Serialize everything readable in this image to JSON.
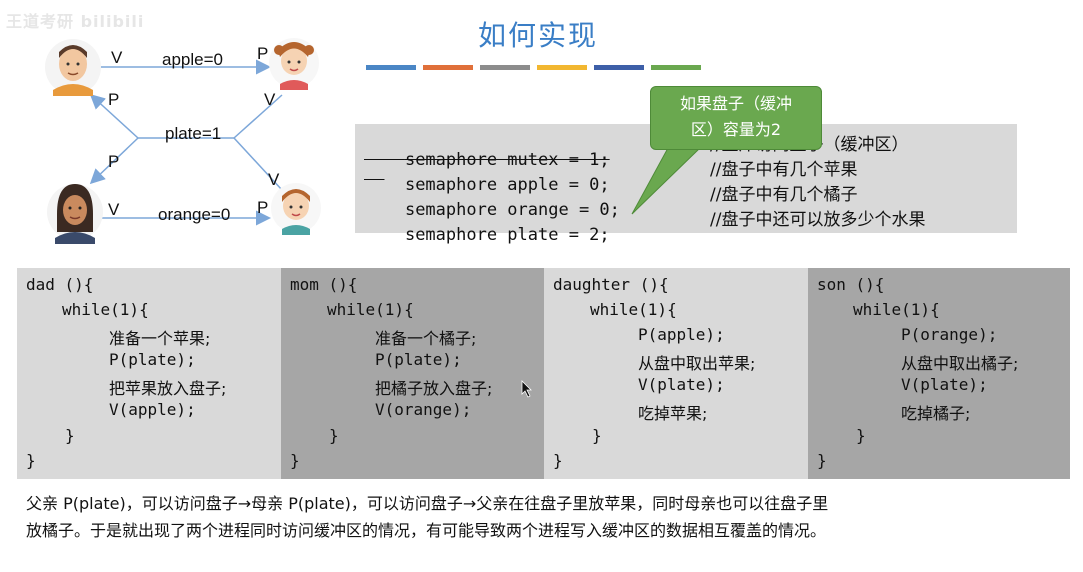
{
  "watermark": "王道考研 bilibili",
  "title": "如何实现",
  "color_bars": [
    "#4a86c5",
    "#e0703a",
    "#8c8c8c",
    "#f2b730",
    "#3d5fa8",
    "#6aa84f"
  ],
  "diagram": {
    "top_label": "apple=0",
    "middle_label": "plate=1",
    "bottom_label": "orange=0",
    "v_top_left": "V",
    "p_top_right": "P",
    "p_left_upper": "P",
    "v_right_upper": "V",
    "p_left_lower": "P",
    "v_right_lower": "V",
    "v_bottom_left": "V",
    "p_bottom_right": "P"
  },
  "semaphores": [
    {
      "code": "semaphore mutex = 1;",
      "comment": "//互斥访问盘子（缓冲区）",
      "struck": true
    },
    {
      "code": "semaphore apple = 0;",
      "comment": "//盘子中有几个苹果",
      "struck": false
    },
    {
      "code": "semaphore orange = 0;",
      "comment": "//盘子中有几个橘子",
      "struck": false
    },
    {
      "code": "semaphore plate = 2;",
      "comment": "//盘子中还可以放多少个水果",
      "struck": false
    }
  ],
  "callout": {
    "line1": "如果盘子（缓冲",
    "line2": "区）容量为2"
  },
  "processes": [
    {
      "header": "dad (){",
      "loop": "while(1){",
      "lines": [
        "准备一个苹果;",
        "P(plate);",
        "把苹果放入盘子;",
        "V(apple);"
      ],
      "inner_close": "}",
      "outer_close": "}"
    },
    {
      "header": "mom (){",
      "loop": "while(1){",
      "lines": [
        "准备一个橘子;",
        "P(plate);",
        "把橘子放入盘子;",
        "V(orange);"
      ],
      "inner_close": "}",
      "outer_close": "}"
    },
    {
      "header": "daughter (){",
      "loop": "while(1){",
      "lines": [
        "P(apple);",
        "从盘中取出苹果;",
        "V(plate);",
        "吃掉苹果;"
      ],
      "inner_close": "}",
      "outer_close": "}"
    },
    {
      "header": "son (){",
      "loop": "while(1){",
      "lines": [
        "P(orange);",
        "从盘中取出橘子;",
        "V(plate);",
        "吃掉橘子;"
      ],
      "inner_close": "}",
      "outer_close": "}"
    }
  ],
  "footer": {
    "line1": "父亲 P(plate)，可以访问盘子→母亲 P(plate)，可以访问盘子→父亲在往盘子里放苹果，同时母亲也可以往盘子里",
    "line2": "放橘子。于是就出现了两个进程同时访问缓冲区的情况，有可能导致两个进程写入缓冲区的数据相互覆盖的情况。"
  }
}
